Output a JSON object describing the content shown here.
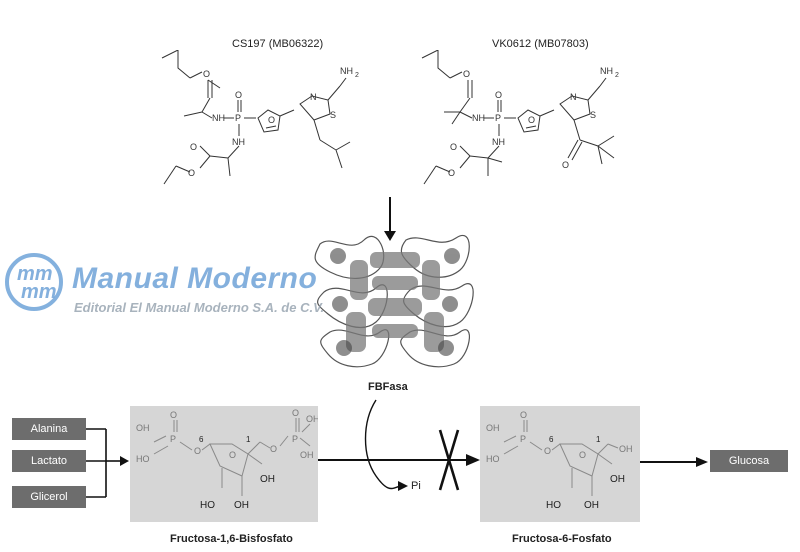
{
  "molecules": {
    "left_label": "CS197 (MB06322)",
    "right_label": "VK0612 (MB07803)"
  },
  "enzyme": {
    "label": "FBFasa"
  },
  "inputs": [
    "Alanina",
    "Lactato",
    "Glicerol"
  ],
  "substrate": {
    "name": "Fructosa-1,6-Bisfosfato"
  },
  "product": {
    "name": "Fructosa-6-Fosfato"
  },
  "output": {
    "label": "Glucosa"
  },
  "side_product": {
    "label": "Pi"
  },
  "atom_labels": {
    "o": "O",
    "oh": "OH",
    "ho": "HO",
    "p": "P",
    "nh": "NH",
    "n": "N",
    "s": "S",
    "nh2": "NH",
    "sub2": "2",
    "c1": "1",
    "c6": "6"
  },
  "watermark": {
    "logo_text": "mm",
    "title": "Manual Moderno",
    "subtitle": "Editorial El Manual Moderno S.A. de C.V."
  },
  "colors": {
    "box": "#6d6d6d",
    "panel": "#d6d6d6",
    "watermark": "#6fa3d8",
    "line": "#111111",
    "bond": "#333333"
  }
}
